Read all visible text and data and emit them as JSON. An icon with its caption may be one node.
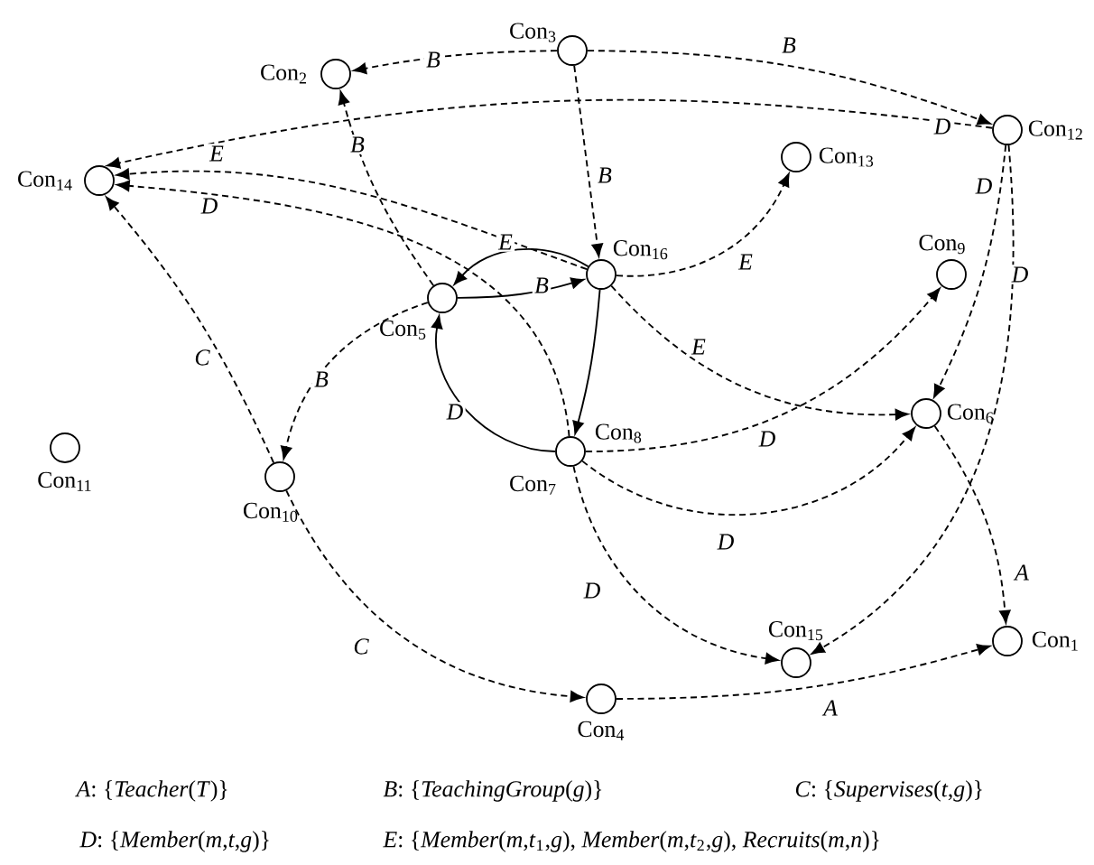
{
  "diagram": {
    "nodes": [
      {
        "text": [],
        "shape": "circle",
        "beside": [
          "Con$_{1}$"
        ]
      },
      {
        "text": [],
        "shape": "circle",
        "beside": [
          "Con$_{2}$"
        ]
      },
      {
        "text": [],
        "shape": "circle",
        "beside": [
          "Con$_{3}$"
        ]
      },
      {
        "text": [],
        "shape": "circle",
        "beside": [
          "Con$_{4}$"
        ]
      },
      {
        "text": [],
        "shape": "circle",
        "beside": [
          "Con$_{5}$"
        ]
      },
      {
        "text": [],
        "shape": "circle",
        "beside": [
          "Con$_{6}$"
        ]
      },
      {
        "text": [],
        "shape": "circle",
        "beside": [
          "Con$_{8}$",
          "Con$_{7}$"
        ]
      },
      {
        "text": [],
        "shape": "circle",
        "beside": [
          "Con$_{9}$"
        ]
      },
      {
        "text": [],
        "shape": "circle",
        "beside": [
          "Con$_{10}$"
        ]
      },
      {
        "text": [],
        "shape": "circle",
        "beside": [
          "Con$_{11}$"
        ]
      },
      {
        "text": [],
        "shape": "circle",
        "beside": [
          "Con$_{12}$"
        ]
      },
      {
        "text": [],
        "shape": "circle",
        "beside": [
          "Con$_{13}$"
        ]
      },
      {
        "text": [],
        "shape": "circle",
        "beside": [
          "Con$_{14}$"
        ]
      },
      {
        "text": [],
        "shape": "circle",
        "beside": [
          "Con$_{15}$"
        ]
      },
      {
        "text": [],
        "shape": "circle",
        "beside": [
          "Con$_{16}$"
        ]
      }
    ],
    "edges": [
      {
        "from": 2,
        "to": 1,
        "arrow": "to",
        "label": "B",
        "style": "dashed"
      },
      {
        "from": 2,
        "to": 10,
        "arrow": "to",
        "label": "B",
        "style": "dashed"
      },
      {
        "from": 2,
        "to": 14,
        "arrow": "to",
        "label": "B",
        "style": "dashed"
      },
      {
        "from": 10,
        "to": 12,
        "arrow": "to",
        "label": "D",
        "style": "dashed"
      },
      {
        "from": 14,
        "to": 12,
        "arrow": "to",
        "label": "E",
        "style": "dashed"
      },
      {
        "from": 6,
        "to": 12,
        "arrow": "to",
        "label": "D",
        "style": "dashed"
      },
      {
        "from": 4,
        "to": 1,
        "arrow": "to",
        "label": "B",
        "style": "dashed"
      },
      {
        "from": 4,
        "to": 14,
        "arrow": "to",
        "label": "B"
      },
      {
        "from": 14,
        "to": 4,
        "arrow": "to",
        "label": "E"
      },
      {
        "from": 14,
        "to": 6,
        "arrow": "to"
      },
      {
        "from": 6,
        "to": 4,
        "arrow": "to",
        "label": "D"
      },
      {
        "from": 4,
        "to": 8,
        "arrow": "to",
        "label": "B",
        "style": "dashed"
      },
      {
        "from": 8,
        "to": 12,
        "arrow": "to",
        "label": "C",
        "style": "dashed"
      },
      {
        "from": 8,
        "to": 3,
        "arrow": "to",
        "label": "C",
        "style": "dashed"
      },
      {
        "from": 3,
        "to": 0,
        "arrow": "to",
        "label": "A",
        "style": "dashed"
      },
      {
        "from": 5,
        "to": 0,
        "arrow": "to",
        "label": "A",
        "style": "dashed"
      },
      {
        "from": 10,
        "to": 5,
        "arrow": "to",
        "label": "D",
        "style": "dashed"
      },
      {
        "from": 10,
        "to": 13,
        "arrow": "to",
        "label": "D",
        "style": "dashed"
      },
      {
        "from": 14,
        "to": 11,
        "arrow": "to",
        "label": "E",
        "style": "dashed"
      },
      {
        "from": 14,
        "to": 5,
        "arrow": "to",
        "label": "E",
        "style": "dashed"
      },
      {
        "from": 6,
        "to": 7,
        "arrow": "to",
        "label": "D",
        "style": "dashed"
      },
      {
        "from": 6,
        "to": 5,
        "arrow": "to",
        "label": "D",
        "style": "dashed"
      },
      {
        "from": 6,
        "to": 13,
        "arrow": "to",
        "label": "D",
        "style": "dashed"
      }
    ],
    "labels": [
      "*A*: {*Teacher*(*T*)}",
      "*B*: {*TeachingGroup*(*g*)}",
      "*C*: {*Supervises*(*t*,*g*)}",
      "*D*: {*Member*(*m*,*t*,*g*)}",
      "*E*: {*Member*(*m*,*t*$_{1}$,*g*), *Member*(*m*,*t*$_{2}$,*g*), *Recruits*(*m*,*n*)}"
    ]
  }
}
